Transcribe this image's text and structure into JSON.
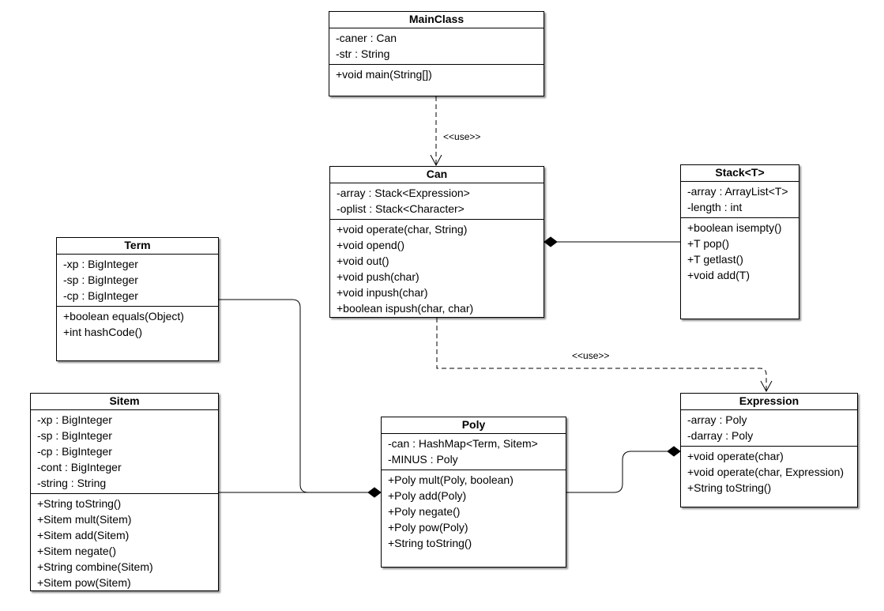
{
  "classes": {
    "mainclass": {
      "name": "MainClass",
      "attributes": [
        "-caner : Can",
        "-str : String"
      ],
      "methods": [
        "+void main(String[])"
      ]
    },
    "can": {
      "name": "Can",
      "attributes": [
        "-array : Stack<Expression>",
        "-oplist : Stack<Character>"
      ],
      "methods": [
        "+void operate(char, String)",
        "+void opend()",
        "+void out()",
        "+void push(char)",
        "+void inpush(char)",
        "+boolean ispush(char, char)"
      ]
    },
    "stack": {
      "name": "Stack<T>",
      "attributes": [
        "-array : ArrayList<T>",
        "-length : int"
      ],
      "methods": [
        "+boolean isempty()",
        "+T pop()",
        "+T getlast()",
        "+void add(T)"
      ]
    },
    "term": {
      "name": "Term",
      "attributes": [
        "-xp : BigInteger",
        "-sp : BigInteger",
        "-cp : BigInteger"
      ],
      "methods": [
        "+boolean equals(Object)",
        "+int hashCode()"
      ]
    },
    "sitem": {
      "name": "Sitem",
      "attributes": [
        "-xp : BigInteger",
        "-sp : BigInteger",
        "-cp : BigInteger",
        "-cont : BigInteger",
        "-string : String"
      ],
      "methods": [
        "+String toString()",
        "+Sitem mult(Sitem)",
        "+Sitem add(Sitem)",
        "+Sitem negate()",
        "+String combine(Sitem)",
        "+Sitem pow(Sitem)"
      ]
    },
    "poly": {
      "name": "Poly",
      "attributes": [
        "-can : HashMap<Term, Sitem>",
        "-MINUS : Poly"
      ],
      "methods": [
        "+Poly mult(Poly, boolean)",
        "+Poly add(Poly)",
        "+Poly negate()",
        "+Poly pow(Poly)",
        "+String toString()"
      ]
    },
    "expression": {
      "name": "Expression",
      "attributes": [
        "-array : Poly",
        "-darray : Poly"
      ],
      "methods": [
        "+void operate(char)",
        "+void operate(char, Expression)",
        "+String toString()"
      ]
    }
  },
  "relations": {
    "use_main_can": "<<use>>",
    "use_can_expression": "<<use>>"
  }
}
